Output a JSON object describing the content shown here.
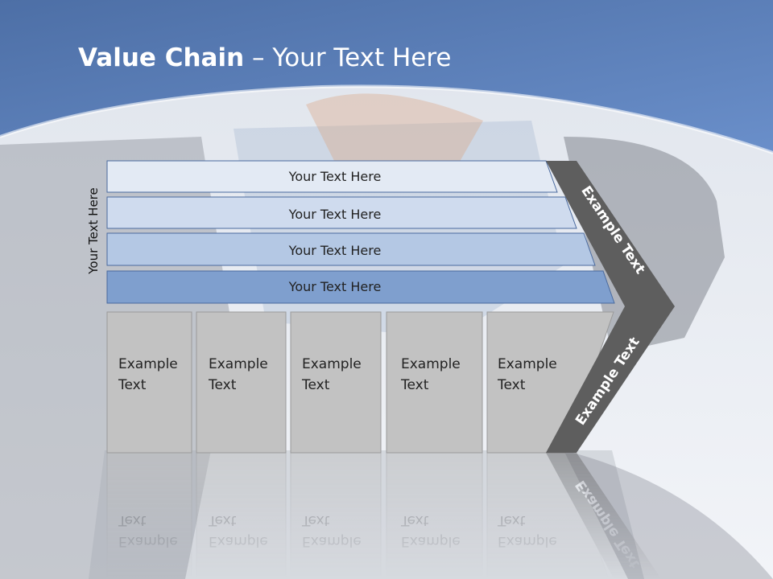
{
  "title": {
    "bold": "Value Chain",
    "rest": " – Your Text Here"
  },
  "side_label": "Your Text Here",
  "bars": [
    {
      "label": "Your Text Here",
      "color": "#e3eaf4"
    },
    {
      "label": "Your Text Here",
      "color": "#cfdbee"
    },
    {
      "label": "Your Text Here",
      "color": "#b4c8e4"
    },
    {
      "label": "Your Text Here",
      "color": "#7f9fce"
    }
  ],
  "activities": [
    {
      "line1": "Example",
      "line2": "Text"
    },
    {
      "line1": "Example",
      "line2": "Text"
    },
    {
      "line1": "Example",
      "line2": "Text"
    },
    {
      "line1": "Example",
      "line2": "Text"
    },
    {
      "line1": "Example",
      "line2": "Text"
    }
  ],
  "margin_labels": {
    "upper": "Example Text",
    "lower": "Example Text"
  },
  "colors": {
    "header": "#5d82bd",
    "activity_fill": "#c2c2c2",
    "chevron_fill": "#5e5e5e"
  }
}
